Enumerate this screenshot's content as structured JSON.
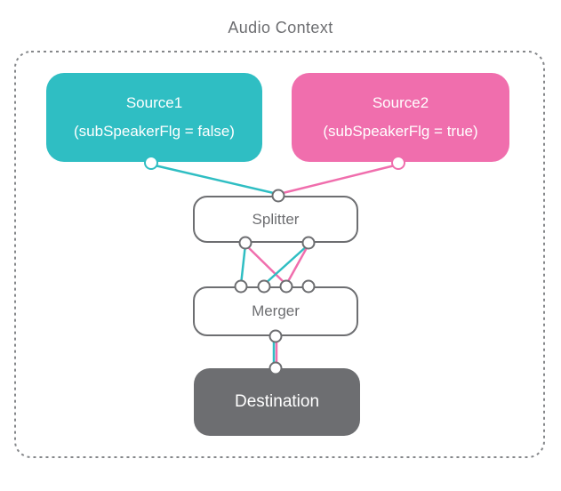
{
  "title": "Audio Context",
  "colors": {
    "teal": "#2fbec3",
    "pink": "#f06ead",
    "node_gray": "#6d6e71",
    "dashed_frame_gray": "#85878a",
    "port_fill": "#ffffff"
  },
  "nodes": {
    "source1": {
      "label": "Source1",
      "sublabel": "(subSpeakerFlg = false)"
    },
    "source2": {
      "label": "Source2",
      "sublabel": "(subSpeakerFlg = true)"
    },
    "splitter": {
      "label": "Splitter"
    },
    "merger": {
      "label": "Merger"
    },
    "destination": {
      "label": "Destination"
    }
  },
  "connections": [
    {
      "from": "source1-output",
      "to": "splitter-input",
      "color": "teal"
    },
    {
      "from": "source2-output",
      "to": "splitter-input",
      "color": "pink"
    },
    {
      "from": "splitter-output-0",
      "to": "merger-input-0",
      "color": "teal"
    },
    {
      "from": "splitter-output-0",
      "to": "merger-input-2",
      "color": "pink"
    },
    {
      "from": "splitter-output-1",
      "to": "merger-input-1",
      "color": "teal"
    },
    {
      "from": "splitter-output-1",
      "to": "merger-input-2",
      "color": "pink"
    },
    {
      "from": "merger-output",
      "to": "destination-input",
      "color": "teal"
    },
    {
      "from": "merger-output",
      "to": "destination-input",
      "color": "pink"
    }
  ]
}
